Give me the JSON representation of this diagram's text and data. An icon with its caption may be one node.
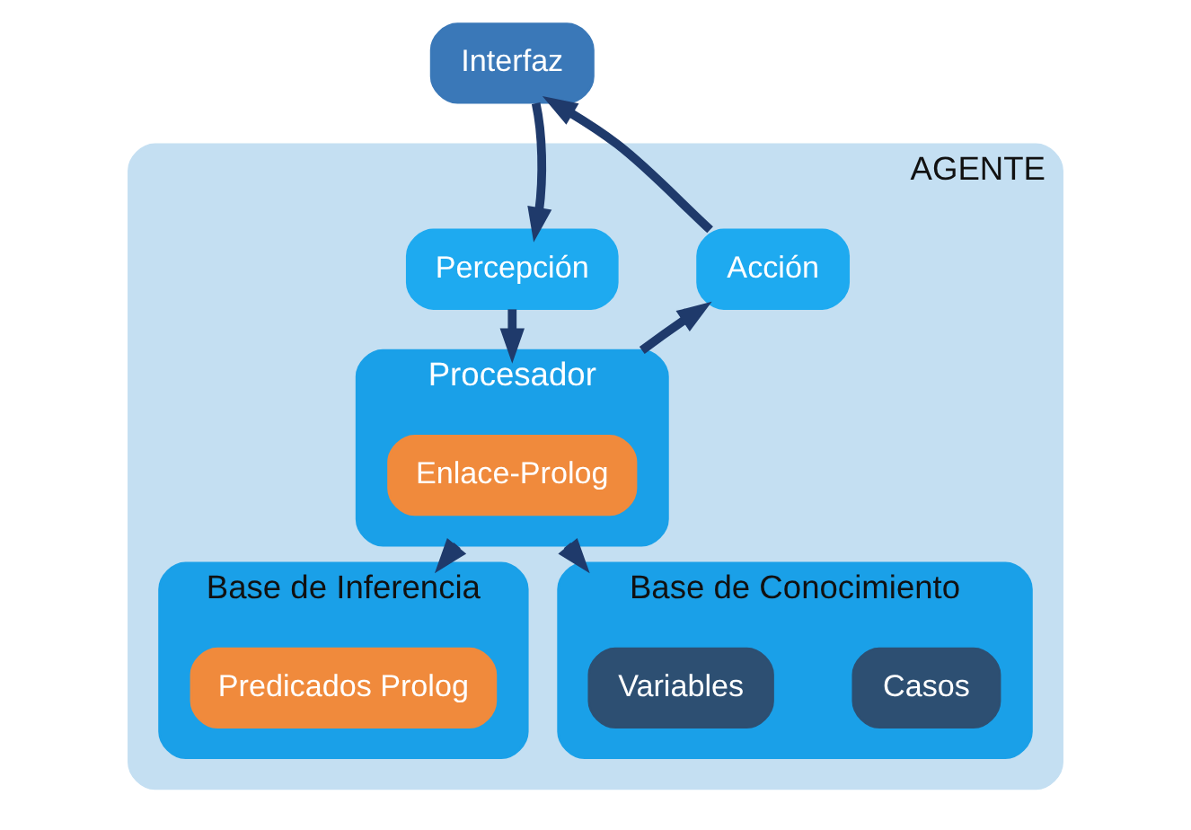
{
  "diagram": {
    "nodes": [
      {
        "text": [
          "Interfaz"
        ]
      },
      {
        "text": [
          "AGENTE"
        ]
      },
      {
        "text": [
          "Percepción"
        ],
        "in": 1
      },
      {
        "text": [
          "Acción"
        ],
        "in": 1
      },
      {
        "text": [
          "Procesador"
        ],
        "in": 1
      },
      {
        "text": [
          "Enlace-Prolog"
        ],
        "in": 4
      },
      {
        "text": [
          "Base de Inferencia"
        ],
        "in": 1
      },
      {
        "text": [
          "Predicados Prolog"
        ],
        "in": 6
      },
      {
        "text": [
          "Base de Conocimiento"
        ],
        "in": 1
      },
      {
        "text": [
          "Variables"
        ],
        "in": 8
      },
      {
        "text": [
          "Casos"
        ],
        "in": 8
      }
    ],
    "edges": [
      {
        "from": 0,
        "to": 2,
        "arrow": "to"
      },
      {
        "from": 2,
        "to": 4,
        "arrow": "to"
      },
      {
        "from": 4,
        "to": 3,
        "arrow": "to"
      },
      {
        "from": 3,
        "to": 0,
        "arrow": "to"
      },
      {
        "from": 4,
        "to": 6,
        "arrow": "to"
      },
      {
        "from": 4,
        "to": 8,
        "arrow": "to"
      }
    ]
  }
}
